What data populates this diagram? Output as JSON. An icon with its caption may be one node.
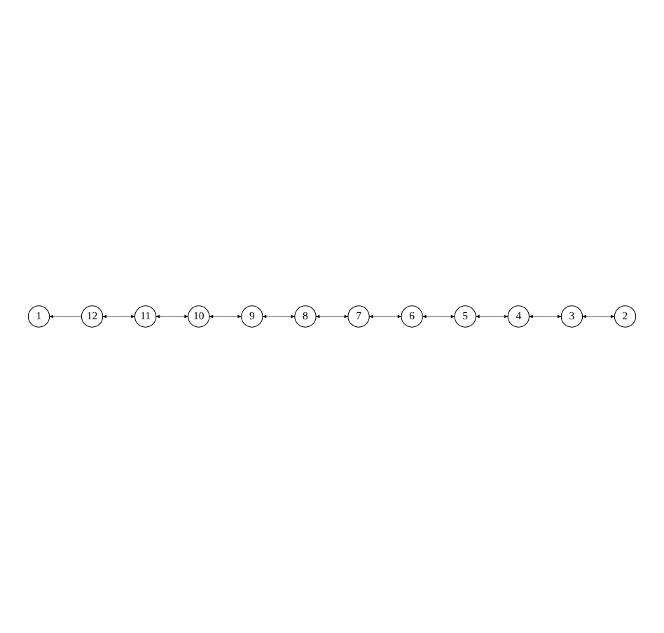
{
  "diagram": {
    "nodes": [
      {
        "text": [
          "1"
        ]
      },
      {
        "text": [
          "2"
        ]
      },
      {
        "text": [
          "3"
        ]
      },
      {
        "text": [
          "4"
        ]
      },
      {
        "text": [
          "5"
        ]
      },
      {
        "text": [
          "6"
        ]
      },
      {
        "text": [
          "7"
        ]
      },
      {
        "text": [
          "8"
        ]
      },
      {
        "text": [
          "9"
        ]
      },
      {
        "text": [
          "10"
        ]
      },
      {
        "text": [
          "11"
        ]
      },
      {
        "text": [
          "12"
        ]
      }
    ],
    "edges": [
      {
        "from": 1,
        "to": 2,
        "arrow": "both"
      },
      {
        "from": 2,
        "to": 3,
        "arrow": "both"
      },
      {
        "from": 3,
        "to": 4,
        "arrow": "both"
      },
      {
        "from": 4,
        "to": 5,
        "arrow": "both"
      },
      {
        "from": 5,
        "to": 6,
        "arrow": "both"
      },
      {
        "from": 6,
        "to": 7,
        "arrow": "both"
      },
      {
        "from": 7,
        "to": 8,
        "arrow": "both"
      },
      {
        "from": 8,
        "to": 9,
        "arrow": "both"
      },
      {
        "from": 9,
        "to": 10,
        "arrow": "both"
      },
      {
        "from": 10,
        "to": 11,
        "arrow": "both"
      },
      {
        "from": 11,
        "to": 0,
        "arrow": "to"
      }
    ]
  }
}
